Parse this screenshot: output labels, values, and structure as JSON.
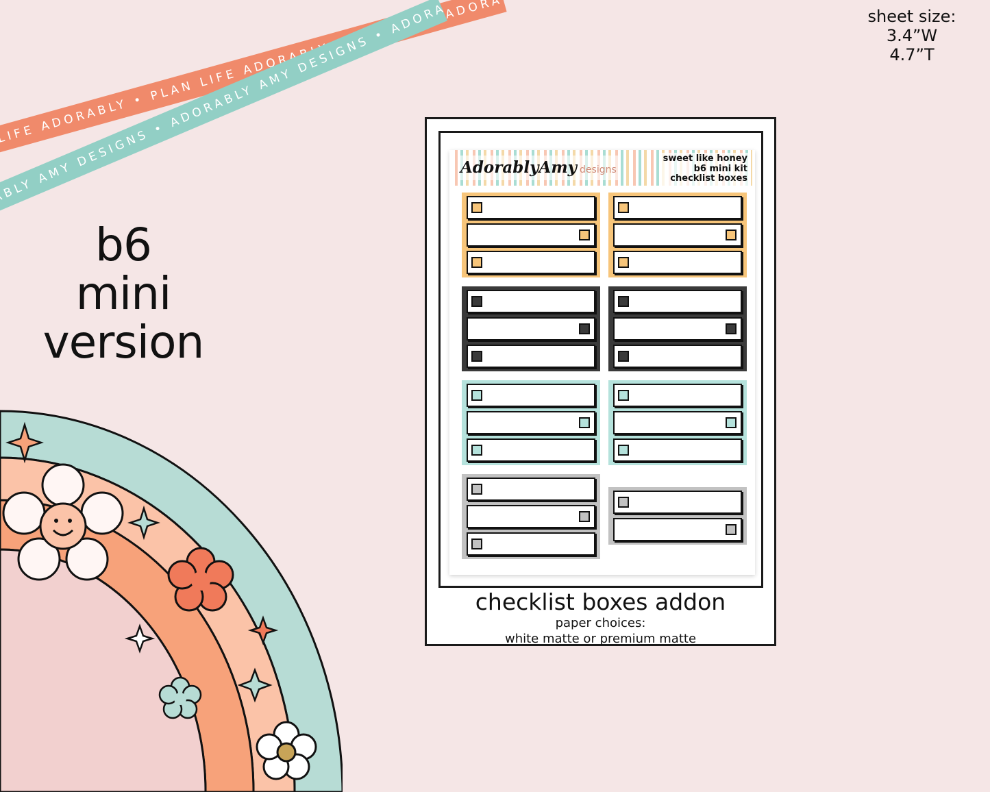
{
  "ribbons": {
    "top_text": "PLAN LIFE ADORABLY • PLAN LIFE ADORABLY • PLAN LIFE ADORABLY • PLAN LIFE ADORABLY •",
    "bottom_text": "ADORABLY AMY DESIGNS • ADORABLY AMY DESIGNS • ADORABLY AMY DESIGNS • ADORABLY AMY DESIGNS •"
  },
  "sheet_size": {
    "label": "sheet size:",
    "width": "3.4”W",
    "height": "4.7”T"
  },
  "variant": {
    "line1": "b6",
    "line2": "mini",
    "line3": "version"
  },
  "sheet": {
    "logo_text": "AdorablyAmy",
    "logo_sub": "designs",
    "kit_line1": "sweet like honey",
    "kit_line2": "b6 mini kit",
    "kit_line3": "checklist boxes"
  },
  "colors": {
    "background": "#f5e6e6",
    "honey": "#f7c57a",
    "charcoal": "#3a3a3a",
    "mint": "#b5e2dc",
    "gray": "#c2c2c2",
    "ribbon_coral": "#f08a6b",
    "ribbon_mint": "#92cfc5"
  },
  "product": {
    "title": "checklist boxes addon",
    "paper_label": "paper choices:",
    "paper_options": "white matte or premium matte"
  }
}
